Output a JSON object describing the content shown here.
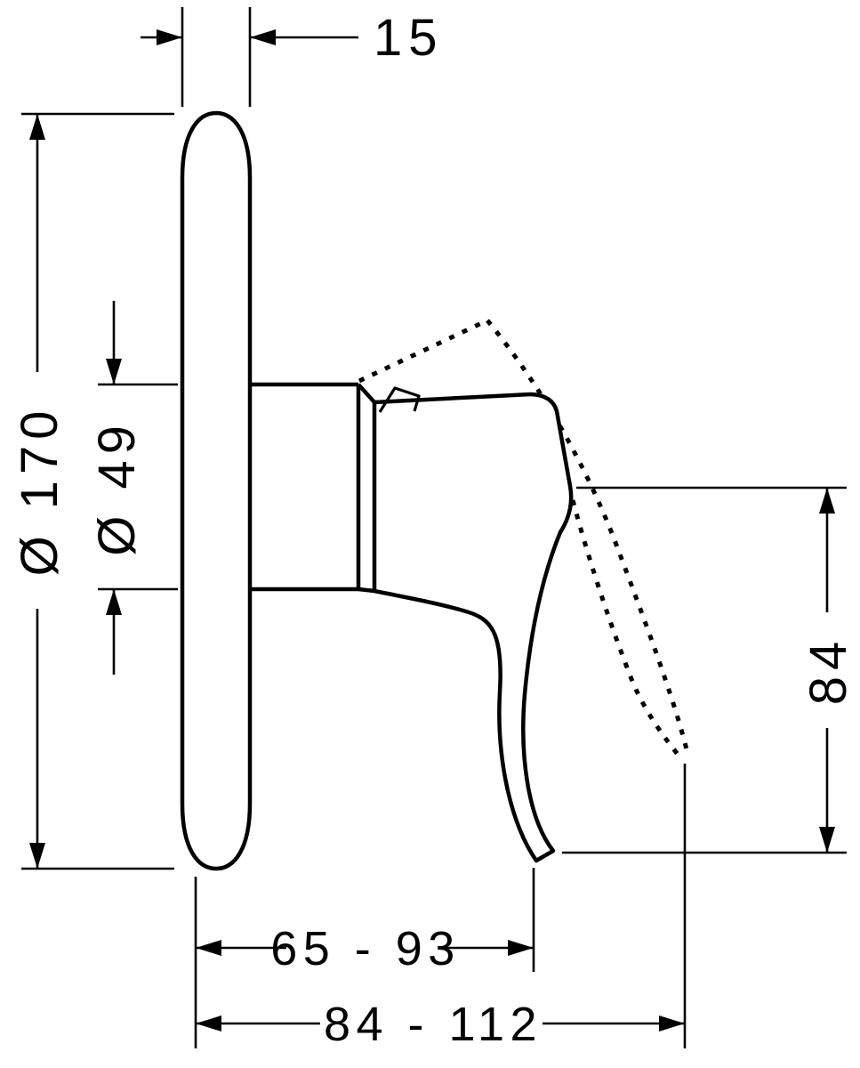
{
  "drawing": {
    "background": "#ffffff",
    "line_color": "#000000",
    "labels": {
      "plate_thickness": "15",
      "plate_diameter": "Ø 170",
      "sleeve_diameter": "Ø 49",
      "handle_height": "84",
      "depth_range": "65 - 93",
      "depth_range_total": "84 - 112"
    }
  }
}
